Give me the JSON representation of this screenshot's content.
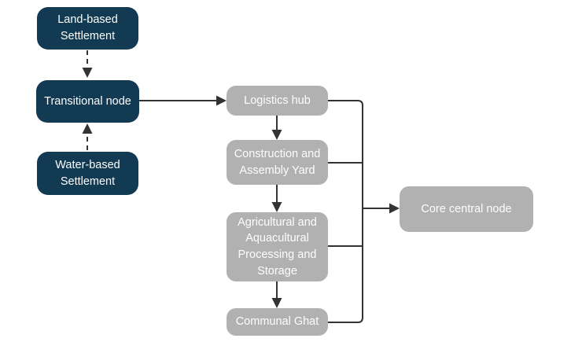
{
  "diagram": {
    "type": "flowchart",
    "background": "#ffffff",
    "colors": {
      "settlement_node_fill": "#123a52",
      "facility_node_fill": "#b1b1b1",
      "node_text": "#fdfdfd",
      "edge": "#333333"
    },
    "nodes": {
      "land_settlement": {
        "label": "Land-based Settlement",
        "style": "primary"
      },
      "transitional": {
        "label": "Transitional node",
        "style": "primary"
      },
      "water_settlement": {
        "label": "Water-based Settlement",
        "style": "primary"
      },
      "logistics": {
        "label": "Logistics hub",
        "style": "secondary"
      },
      "construction": {
        "label": "Construction and Assembly Yard",
        "style": "secondary"
      },
      "agricultural": {
        "label": "Agricultural and Aquacultural Processing and Storage",
        "style": "secondary"
      },
      "ghat": {
        "label": "Communal Ghat",
        "style": "secondary"
      },
      "core": {
        "label": "Core central node",
        "style": "secondary"
      }
    },
    "edges": [
      {
        "from": "land_settlement",
        "to": "transitional",
        "style": "dashed",
        "arrow": true
      },
      {
        "from": "water_settlement",
        "to": "transitional",
        "style": "dashed",
        "arrow": true
      },
      {
        "from": "transitional",
        "to": "logistics",
        "style": "solid",
        "arrow": true
      },
      {
        "from": "logistics",
        "to": "construction",
        "style": "solid",
        "arrow": true
      },
      {
        "from": "construction",
        "to": "agricultural",
        "style": "solid",
        "arrow": true
      },
      {
        "from": "agricultural",
        "to": "ghat",
        "style": "solid",
        "arrow": true
      },
      {
        "from": "logistics",
        "to": "core",
        "style": "solid",
        "arrow": true,
        "via": "right-trunk"
      },
      {
        "from": "construction",
        "to": "core",
        "style": "solid",
        "arrow": true,
        "via": "right-trunk"
      },
      {
        "from": "agricultural",
        "to": "core",
        "style": "solid",
        "arrow": true,
        "via": "right-trunk"
      },
      {
        "from": "ghat",
        "to": "core",
        "style": "solid",
        "arrow": true,
        "via": "right-trunk"
      }
    ]
  }
}
